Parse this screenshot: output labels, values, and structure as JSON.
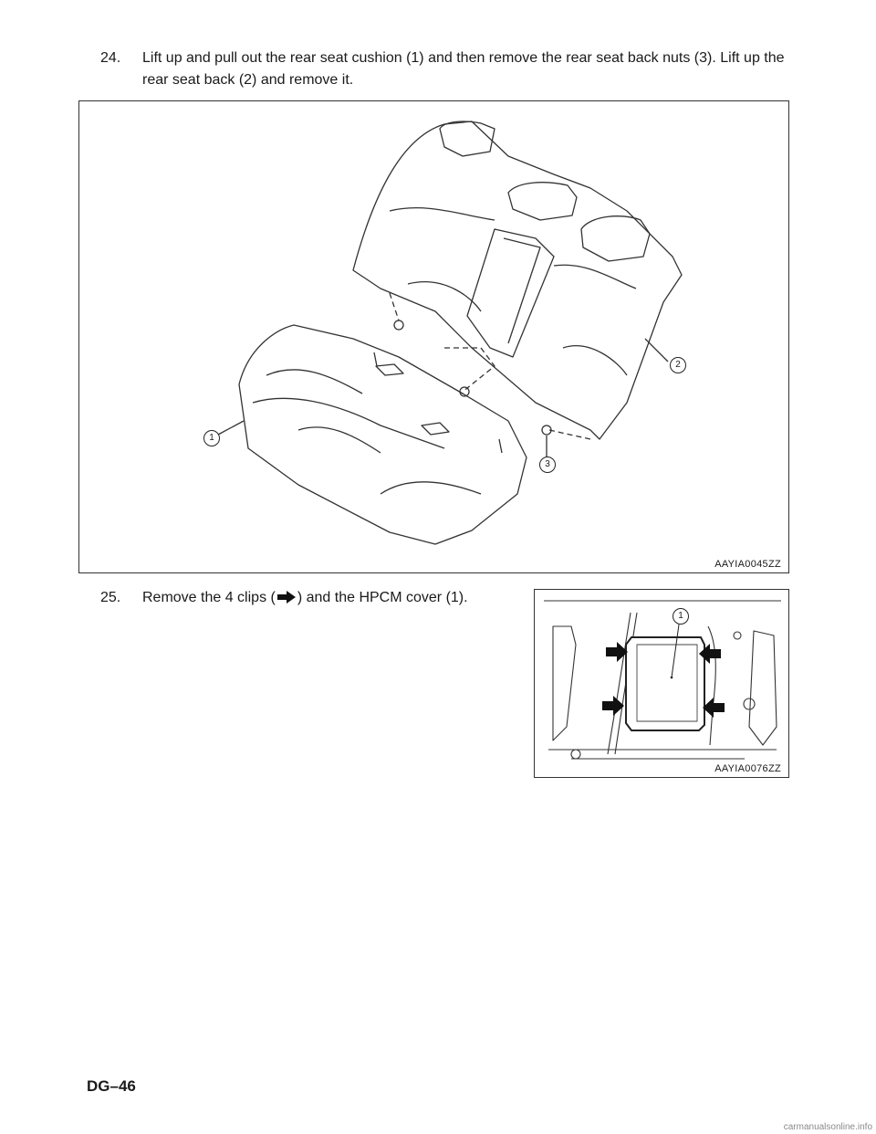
{
  "steps": [
    {
      "number": "24.",
      "text": "Lift up and pull out the rear seat cushion (1) and then remove the rear seat back nuts (3). Lift up the rear seat back (2) and remove it."
    },
    {
      "number": "25.",
      "text_before": "Remove the 4 clips (",
      "text_after": ") and the HPCM cover (1)."
    }
  ],
  "figures": [
    {
      "code": "AAYIA0045ZZ",
      "callouts": [
        "1",
        "2",
        "3"
      ]
    },
    {
      "code": "AAYIA0076ZZ",
      "callouts": [
        "1"
      ]
    }
  ],
  "footer": {
    "page_label": "DG–46"
  },
  "watermark": "carmanualsonline.info",
  "icons": {
    "clip_arrow": "filled-right-arrow-icon"
  },
  "colors": {
    "line": "#333333",
    "arrow": "#111111"
  }
}
